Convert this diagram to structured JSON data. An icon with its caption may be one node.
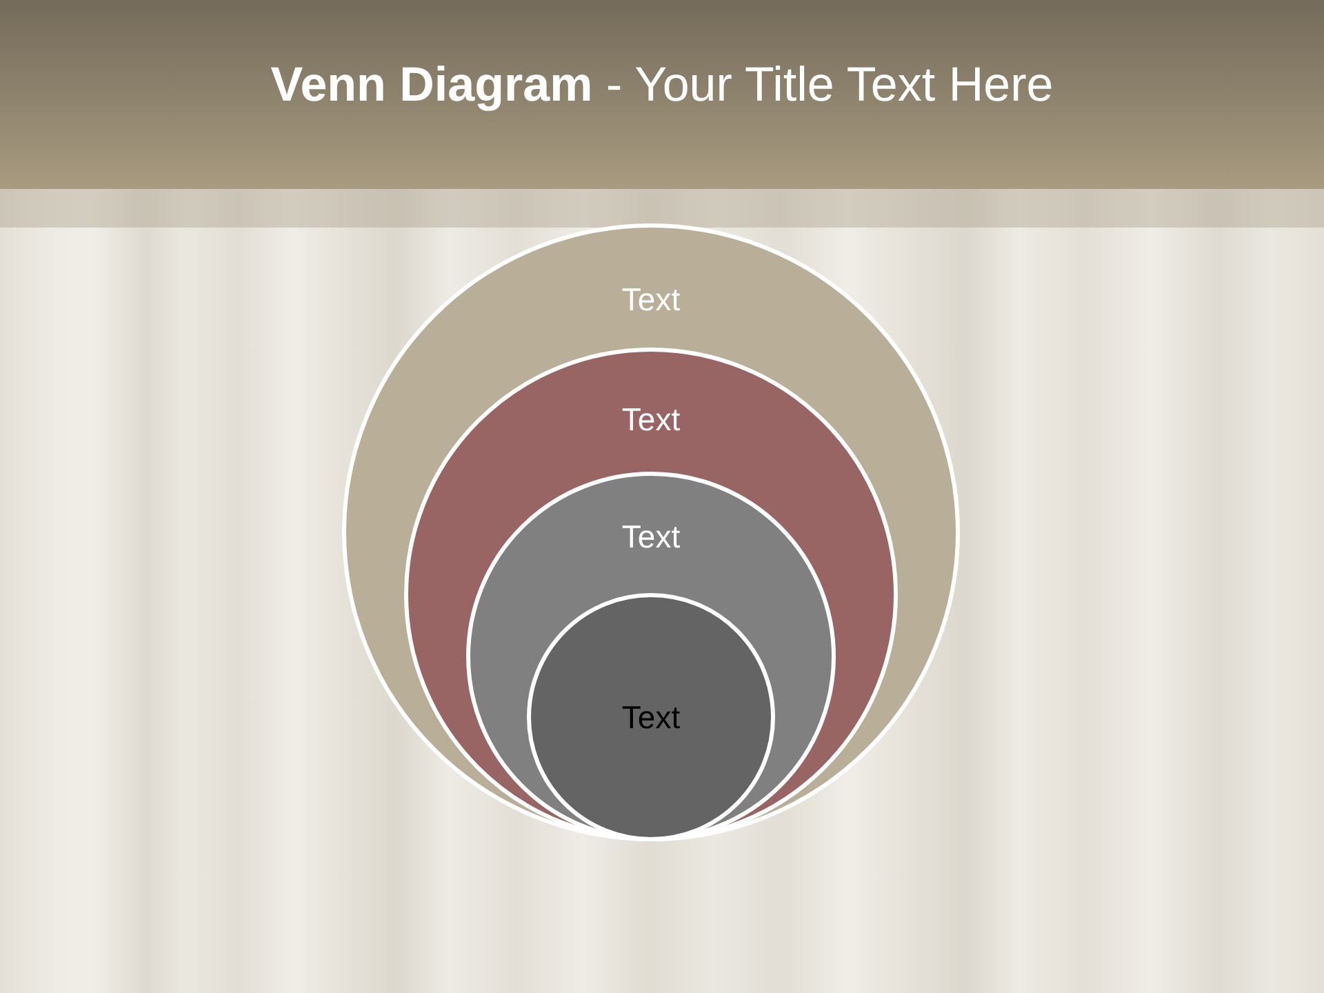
{
  "diagram": {
    "title": "**Venn Diagram** - Your Title Text Here",
    "nodes": [
      {
        "text": [
          "Text"
        ]
      },
      {
        "text": [
          "Text"
        ],
        "in": 0
      },
      {
        "text": [
          "Text"
        ],
        "in": 1
      },
      {
        "text": [
          "Text"
        ],
        "in": 2
      }
    ]
  }
}
